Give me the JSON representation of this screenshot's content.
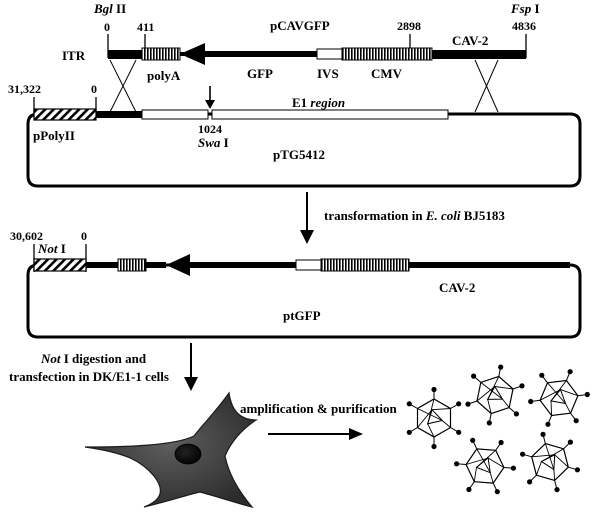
{
  "construct": {
    "bgl2_label": "Bgl",
    "bgl2_suffix": " II",
    "pos_0_top": "0",
    "pos_411": "411",
    "title": "pCAVGFP",
    "pos_2898": "2898",
    "fsp1_label": "Fsp",
    "fsp1_suffix": " I",
    "pos_4836": "4836",
    "itr": "ITR",
    "cav2_top": "CAV-2",
    "polyA": "polyA",
    "gfp": "GFP",
    "ivs": "IVS",
    "cmv": "CMV"
  },
  "shuttle": {
    "pos_31322": "31,322",
    "pos_0": "0",
    "e1_prefix": "E1 ",
    "e1_region": "region",
    "pos_1024": "1024",
    "swa_label": "Swa",
    "swa_suffix": " I",
    "ppolyII": "pPolyII",
    "name": "pTG5412"
  },
  "step1": {
    "prefix": "transformation in ",
    "ecoli": "E. coli",
    "suffix": " BJ5183"
  },
  "recombinant": {
    "pos_30602": "30,602",
    "not_label": "Not",
    "not_suffix": " I",
    "pos_0": "0",
    "cav2": "CAV-2",
    "name": "ptGFP"
  },
  "step2": {
    "line1_italic": "Not",
    "line1_rest": " I digestion and",
    "line2": "transfection in DK/E1-1 cells"
  },
  "step3": {
    "label": "amplification & purification"
  }
}
